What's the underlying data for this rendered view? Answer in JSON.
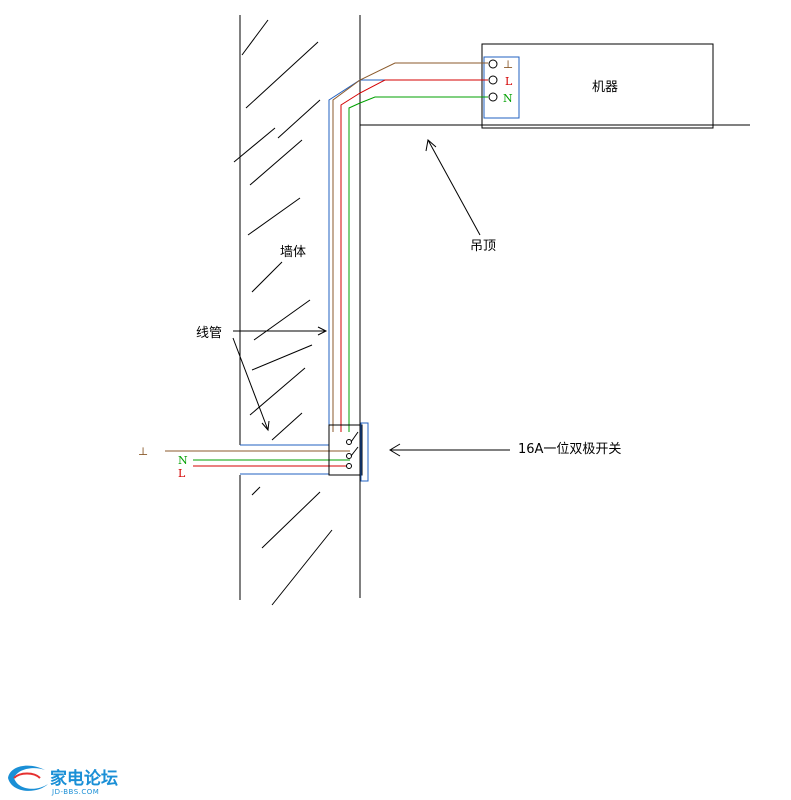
{
  "labels": {
    "machine": "机器",
    "ceiling": "吊顶",
    "wall": "墙体",
    "conduit": "线管",
    "switch": "16A一位双极开关"
  },
  "terminals": {
    "earth": "⊥",
    "live": "L",
    "neutral": "N"
  },
  "logo": {
    "name": "家电论坛",
    "url_text": "JD-BBS.COM"
  },
  "colors": {
    "earth": "#8b5a2b",
    "live": "#d40000",
    "neutral": "#00a000",
    "conduit": "#2060c0"
  }
}
